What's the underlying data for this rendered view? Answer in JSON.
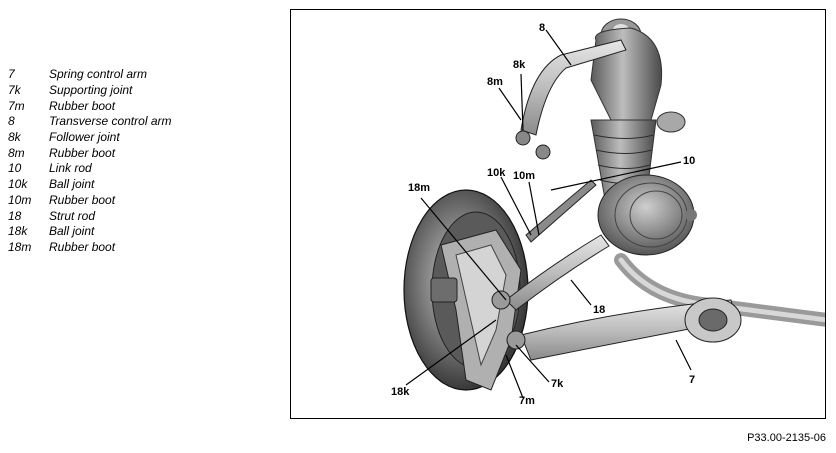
{
  "legend": [
    {
      "code": "7",
      "text": "Spring control arm"
    },
    {
      "code": "7k",
      "text": "Supporting joint"
    },
    {
      "code": "7m",
      "text": "Rubber boot"
    },
    {
      "code": "8",
      "text": "Transverse control arm"
    },
    {
      "code": "8k",
      "text": "Follower joint"
    },
    {
      "code": "8m",
      "text": "Rubber boot"
    },
    {
      "code": "10",
      "text": "Link rod"
    },
    {
      "code": "10k",
      "text": "Ball joint"
    },
    {
      "code": "10m",
      "text": "Rubber boot"
    },
    {
      "code": "18",
      "text": "Strut rod"
    },
    {
      "code": "18k",
      "text": "Ball joint"
    },
    {
      "code": "18m",
      "text": "Rubber boot"
    }
  ],
  "callouts": {
    "c8": "8",
    "c8k": "8k",
    "c8m": "8m",
    "c10": "10",
    "c10k": "10k",
    "c10m": "10m",
    "c18m": "18m",
    "c18": "18",
    "c18k": "18k",
    "c7k": "7k",
    "c7m": "7m",
    "c7": "7"
  },
  "figure_code": "P33.00-2135-06"
}
